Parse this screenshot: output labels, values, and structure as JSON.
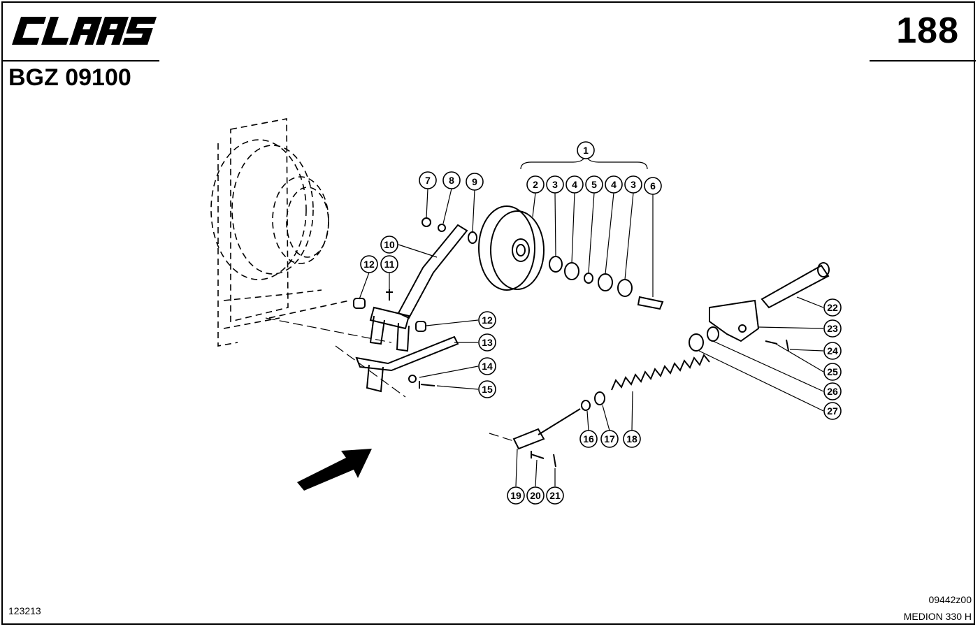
{
  "brand": {
    "logo_text": "CLAAS"
  },
  "header": {
    "page_number": "188",
    "document_id": "BGZ 09100"
  },
  "footer": {
    "left_code": "123213",
    "right_code": "09442z00",
    "model": "MEDION 330 H"
  },
  "callouts": [
    "1",
    "2",
    "3",
    "4",
    "5",
    "4",
    "3",
    "6",
    "7",
    "8",
    "9",
    "10",
    "12",
    "11",
    "12",
    "13",
    "14",
    "15",
    "16",
    "17",
    "18",
    "19",
    "20",
    "21",
    "22",
    "23",
    "24",
    "25",
    "26",
    "27"
  ],
  "icons": {
    "arrow": "direction-arrow-icon"
  }
}
